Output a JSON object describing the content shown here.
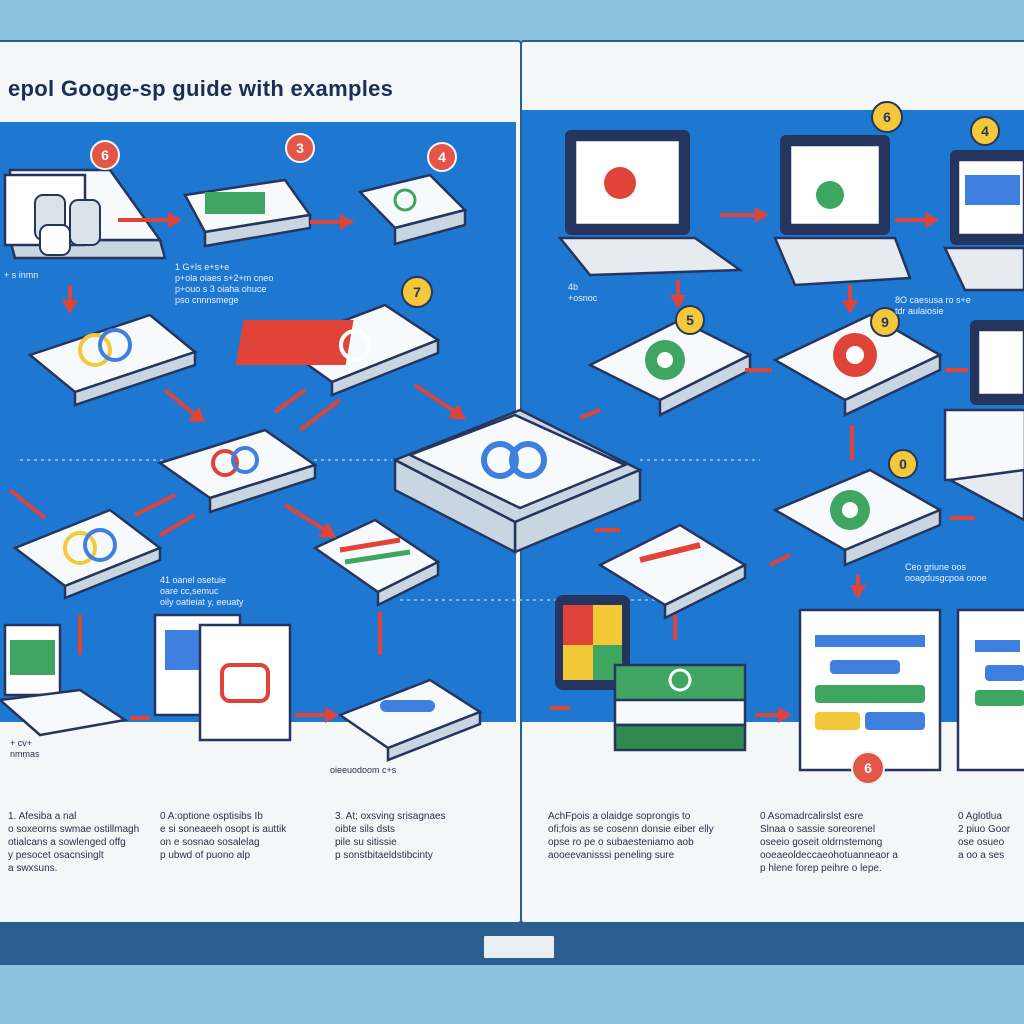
{
  "title": "epol Googe-sp guide with examples",
  "badges": [
    "6",
    "3",
    "4",
    "7",
    "6",
    "4",
    "5",
    "9",
    "0",
    "6"
  ],
  "captions": {
    "left_1": "1.  Afesiba a nal\n   o soxeorns swmae ostillmagh\n   otialcans a sowlenged offg\n   y pesocet osacnsinglt\n   a swxsuns.",
    "left_2": "0   A:optione osptisibs Ib\n    e si soneaeeh osopt is auttik\n    on e sosnao sosalelag\n    p ubwd of puono alp",
    "left_3": "3.  At; oxsving srisagnaes\n     oibte sils dsts\n     pile su sitissie\n     p sonstbitaeldstibcinty",
    "right_1": "AchFpois a olaidge soprongis to\nofi;fois as se cosenn donsie eiber elly\nopse ro pe o subaesteniamo aob\naooeevanisssi peneling sure",
    "right_2": "0   Asomadrcalirslst esre\n    Slnaa o sassie soreorenel\n    oseeio goseit oldrnstemong\n    ooeaeoldeccaeohotuanneaor a\n    p hlene forep peihre o lepe.",
    "right_3": "0   Aglotlua\n2   piuo Goor\n    ose osueo\n    a oo a ses"
  },
  "small_labels": {
    "l1": "1  G+Is      e+s+e\np+ola oiaes  s+2+m cneo\np+ouo s 3 oiaha ohuce\n  pso cnnnsmege",
    "l2": "+ cv+\nnmmas",
    "l3": "41  oanel osetuie\n  oare cc,semuc\n  oily oatieiat y, eeuaty",
    "l4": "+ s inmn",
    "l5": "oieeuodoom c+s",
    "r1": "4b\n  +osnoc",
    "r2": "8O  caesusa ro  s+e\n  tdr aulaiosie",
    "r3": "Ceo  griune oos\n  ooagdusgcpoa  oooe"
  }
}
